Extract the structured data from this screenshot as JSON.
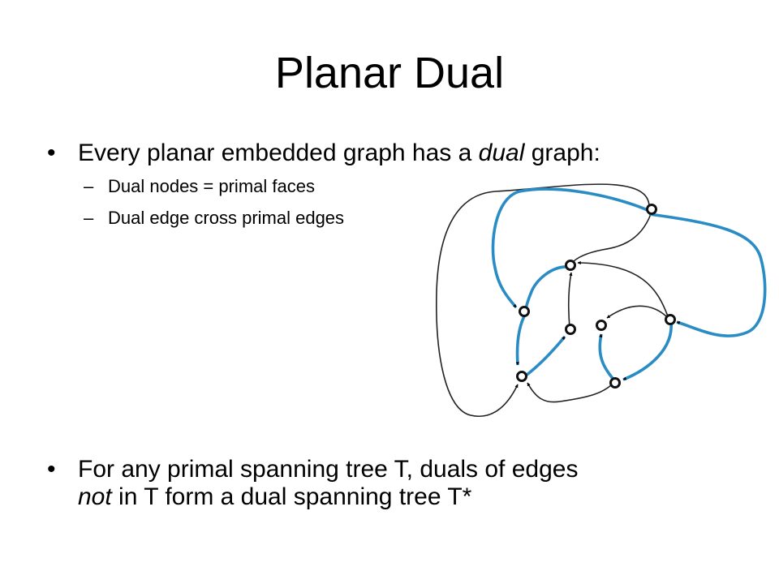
{
  "title": "Planar Dual",
  "bullet1": {
    "marker": "•",
    "before": "Every planar embedded graph has a ",
    "italic": "dual",
    "after": " graph:"
  },
  "sub_items": [
    {
      "marker": "–",
      "text": "Dual nodes = primal faces"
    },
    {
      "marker": "–",
      "text": "Dual edge cross primal edges"
    }
  ],
  "bullet2": {
    "marker": "•",
    "line1": "For any primal spanning tree T, duals of edges",
    "line2_italic": "not",
    "line2_rest": " in T form a dual spanning tree T*"
  },
  "colors": {
    "dual_edge": "#2a8cc4",
    "primal_edge": "#222222",
    "node_stroke": "#111111",
    "node_fill": "#ffffff"
  }
}
